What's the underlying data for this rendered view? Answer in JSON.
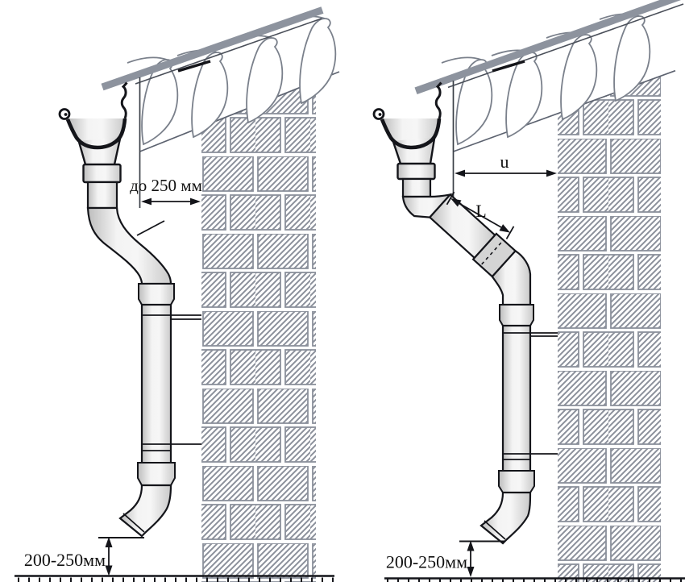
{
  "diagram": {
    "description": "gutter downpipe installation, two wall-offset cases",
    "left": {
      "offset_label": "до 250 мм",
      "ground_clearance_label": "200-250мм"
    },
    "right": {
      "eaves_offset_label": "u",
      "extension_label": "L",
      "ground_clearance_label": "200-250мм"
    },
    "colors": {
      "outline": "#14151a",
      "structure_gray": "#767c88",
      "hatch_gray": "#8b909b",
      "roof_bar": "#8d939e",
      "pipe_light": "#f3f3f3",
      "pipe_shade": "#c2c2c2"
    }
  }
}
